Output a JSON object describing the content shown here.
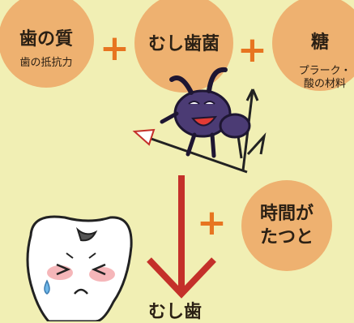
{
  "factors": [
    {
      "title": "歯の質",
      "subtitle": "歯の抵抗力"
    },
    {
      "title": "むし歯菌",
      "subtitle": ""
    },
    {
      "title": "糖",
      "subtitle": "プラーク・\n酸の材料"
    }
  ],
  "time_factor": {
    "title": "時間が\nたつと"
  },
  "operator": "+",
  "result_label": "むし歯",
  "colors": {
    "background": "#f1efb4",
    "circle": "#eeb170",
    "plus": "#e77521",
    "arrow": "#c4302a",
    "germ": "#4b3b74"
  },
  "icons": [
    "germ-icon",
    "sad-tooth-icon",
    "down-arrow-icon"
  ]
}
